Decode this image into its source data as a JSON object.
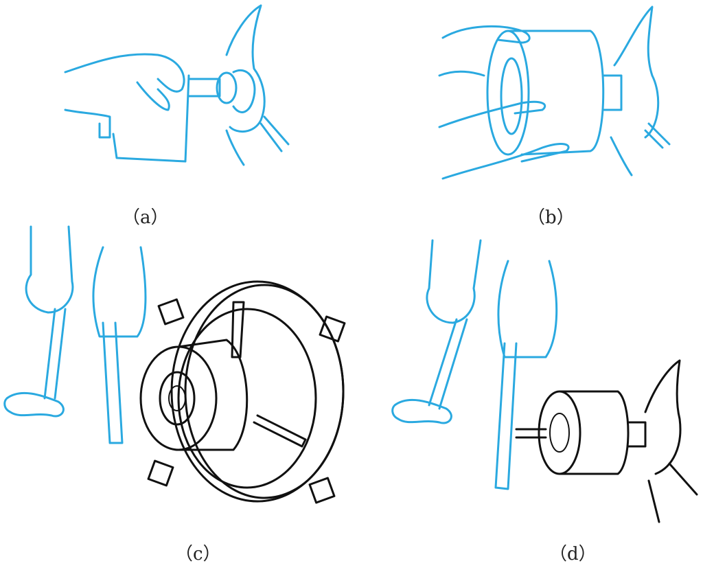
{
  "panels": [
    {
      "id": "a",
      "label": "（a）"
    },
    {
      "id": "b",
      "label": "（b）"
    },
    {
      "id": "c",
      "label": "（c）"
    },
    {
      "id": "d",
      "label": "（d）"
    }
  ],
  "colors": {
    "hand_lines": "#2aa9e0",
    "part_lines": "#111111"
  }
}
